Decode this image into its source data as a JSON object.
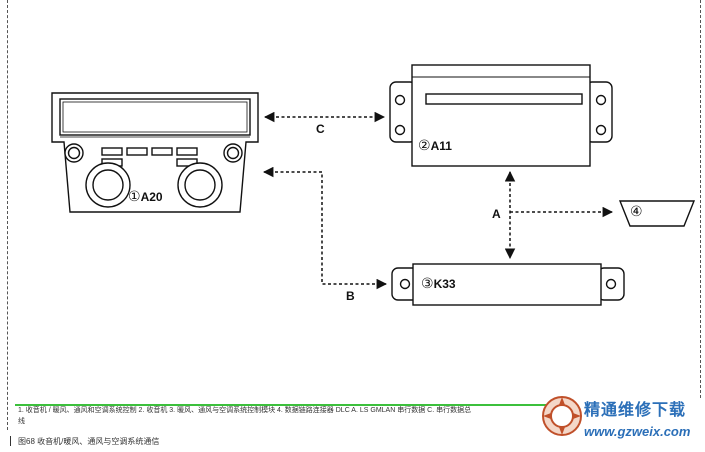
{
  "diagram": {
    "nodes": [
      {
        "id": "a20",
        "number": "①",
        "label": "A20"
      },
      {
        "id": "a11",
        "number": "②",
        "label": "A11"
      },
      {
        "id": "k33",
        "number": "③",
        "label": "K33"
      },
      {
        "id": "n4",
        "number": "④",
        "label": ""
      }
    ],
    "connections": [
      {
        "label": "C"
      },
      {
        "label": "B"
      },
      {
        "label": "A"
      }
    ]
  },
  "caption": {
    "legend": "1. 收音机 / 暖风、通风和空调系统控制   2. 收音机     3. 暖风、通风与空调系统控制模块     4. 数据链路连接器 DLC     A. LS GMLAN 串行数据     C. 串行数据总",
    "legend_cont": "线",
    "figure_title": "图68   收音机/暖风、通风与空调系统通信"
  },
  "watermark": {
    "text_cn": "精通维修下载",
    "url": "www.gzweix.com"
  }
}
